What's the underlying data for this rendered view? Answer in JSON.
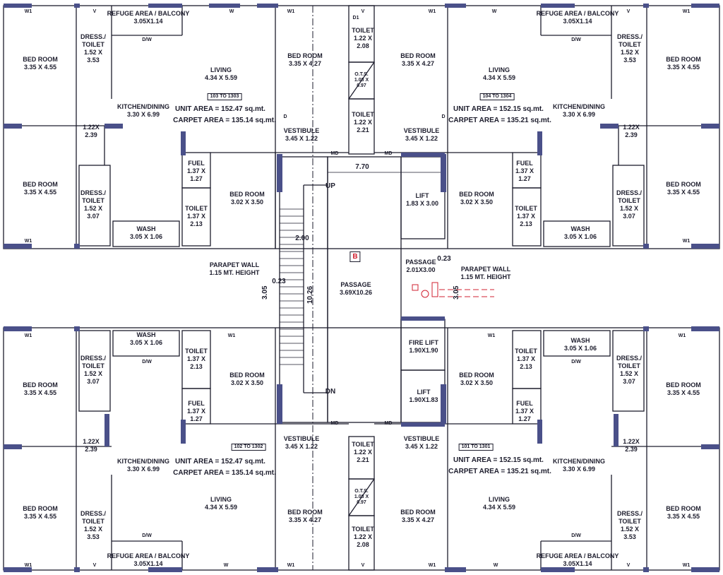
{
  "rooms": {
    "bed_main": "BED ROOM\n3.35 X 4.55",
    "bed_mid": "BED ROOM\n3.35 X 4.27",
    "bed_small": "BED ROOM\n3.02 X 3.50",
    "dress_353": "DRESS./\nTOILET\n1.52 X\n3.53",
    "dress_307": "DRESS./\nTOILET\n1.52 X\n3.07",
    "refuge": "REFUGE AREA / BALCONY\n3.05X1.14",
    "living": "LIVING\n4.34 X 5.59",
    "kitchen": "KITCHEN/DINING\n3.30 X 6.99",
    "passage_122": "1.22X\n2.39",
    "fuel": "FUEL\n1.37 X\n1.27",
    "toilet_213": "TOILET\n1.37 X\n2.13",
    "wash": "WASH\n3.05 X 1.06",
    "vestibule": "VESTIBULE\n3.45 X 1.22",
    "toilet_208": "TOILET\n1.22 X\n2.08",
    "toilet_221": "TOILET\n1.22 X\n2.21",
    "ots": "O.T.S.\n1.08 X\n0.97",
    "lift_top": "LIFT\n1.83 X 3.00",
    "fire_lift": "FIRE LIFT\n1.90X1.90",
    "lift_bottom": "LIFT\n1.90X1.83",
    "passage_small": "PASSAGE\n2.01X3.00",
    "passage_main": "PASSAGE\n3.69X10.26",
    "parapet": "PARAPET WALL\n1.15 MT. HEIGHT"
  },
  "units": {
    "tl": {
      "range": "103 TO 1303",
      "unit_area": "UNIT AREA = 152.47 sq.mt.",
      "carpet_area": "CARPET AREA = 135.14 sq.mt."
    },
    "tr": {
      "range": "104 TO 1304",
      "unit_area": "UNIT AREA = 152.15 sq.mt.",
      "carpet_area": "CARPET AREA = 135.21 sq.mt."
    },
    "bl": {
      "range": "102 TO 1302",
      "unit_area": "UNIT AREA = 152.47 sq.mt.",
      "carpet_area": "CARPET AREA = 135.14 sq.mt."
    },
    "br": {
      "range": "101 TO 1301",
      "unit_area": "UNIT AREA = 152.15 sq.mt.",
      "carpet_area": "CARPET AREA = 135.21 sq.mt."
    }
  },
  "dims": {
    "d770": "7.70",
    "d200": "2.00",
    "d1026": "10.26",
    "d305": "3.05",
    "d023": "0.23"
  },
  "stair": {
    "up": "UP",
    "dn": "DN"
  },
  "marks": {
    "w": "W",
    "w1": "W1",
    "v": "V",
    "d": "D",
    "d1": "D1",
    "dw": "D/W",
    "md": "MD"
  },
  "wing_letter": "B",
  "colors": {
    "wall": "#4a5089",
    "line": "#1d1d2d",
    "accent": "#d02030"
  }
}
